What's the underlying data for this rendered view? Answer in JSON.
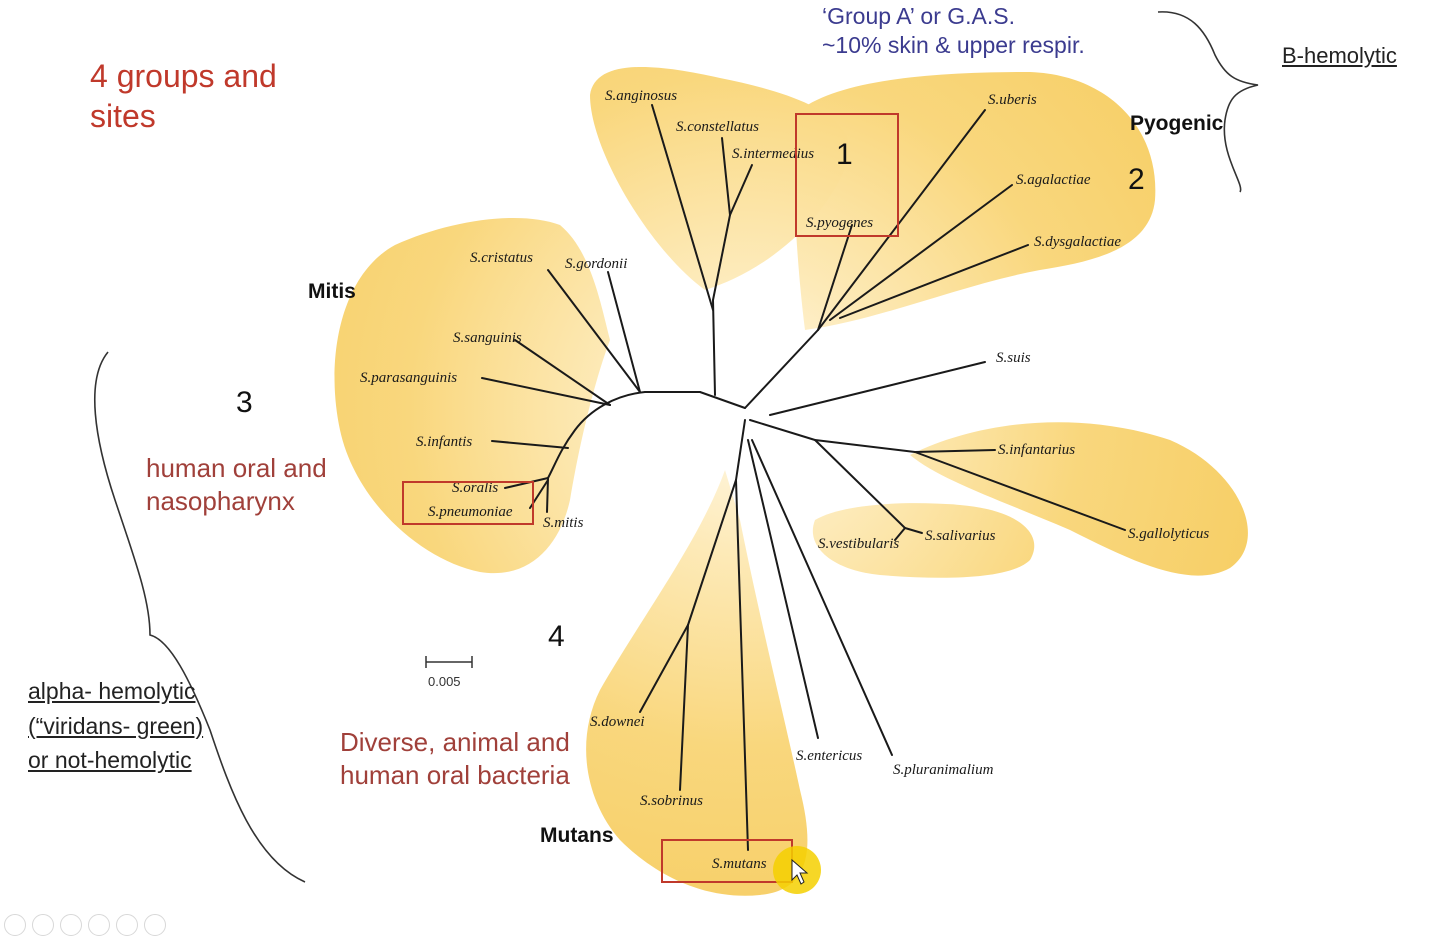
{
  "notes": {
    "title": "4 groups and\nsites",
    "gas": "‘Group A’ or G.A.S.\n~10% skin & upper respir.",
    "beta_hemolytic": "B-hemolytic",
    "alpha_hemolytic": "alpha- hemolytic\n(“viridans- green)\nor not-hemolytic",
    "oral_sites": "human oral and\nnasopharynx",
    "diverse": "Diverse, animal and\nhuman oral bacteria"
  },
  "groups": {
    "pyogenic": "Pyogenic",
    "mitis": "Mitis",
    "mutans": "Mutans"
  },
  "numbers": [
    "1",
    "2",
    "3",
    "4"
  ],
  "species": {
    "anginosus": "S.anginosus",
    "constellatus": "S.constellatus",
    "intermedius": "S.intermedius",
    "pyogenes": "S.pyogenes",
    "uberis": "S.uberis",
    "agalactiae": "S.agalactiae",
    "dysgalactiae": "S.dysgalactiae",
    "suis": "S.suis",
    "infantarius": "S.infantarius",
    "gallolyticus": "S.gallolyticus",
    "vestibularis": "S.vestibularis",
    "salivarius": "S.salivarius",
    "cristatus": "S.cristatus",
    "gordonii": "S.gordonii",
    "sanguinis": "S.sanguinis",
    "parasanguinis": "S.parasanguinis",
    "infantis": "S.infantis",
    "oralis": "S.oralis",
    "pneumoniae": "S.pneumoniae",
    "mitis": "S.mitis",
    "downei": "S.downei",
    "sobrinus": "S.sobrinus",
    "mutans": "S.mutans",
    "entericus": "S.entericus",
    "pluranimalium": "S.pluranimalium"
  },
  "scale_bar": "0.005",
  "colors": {
    "clade_fill": "#f8d67a",
    "highlight_box": "#c0392b",
    "cursor_highlight": "#f5d000"
  }
}
